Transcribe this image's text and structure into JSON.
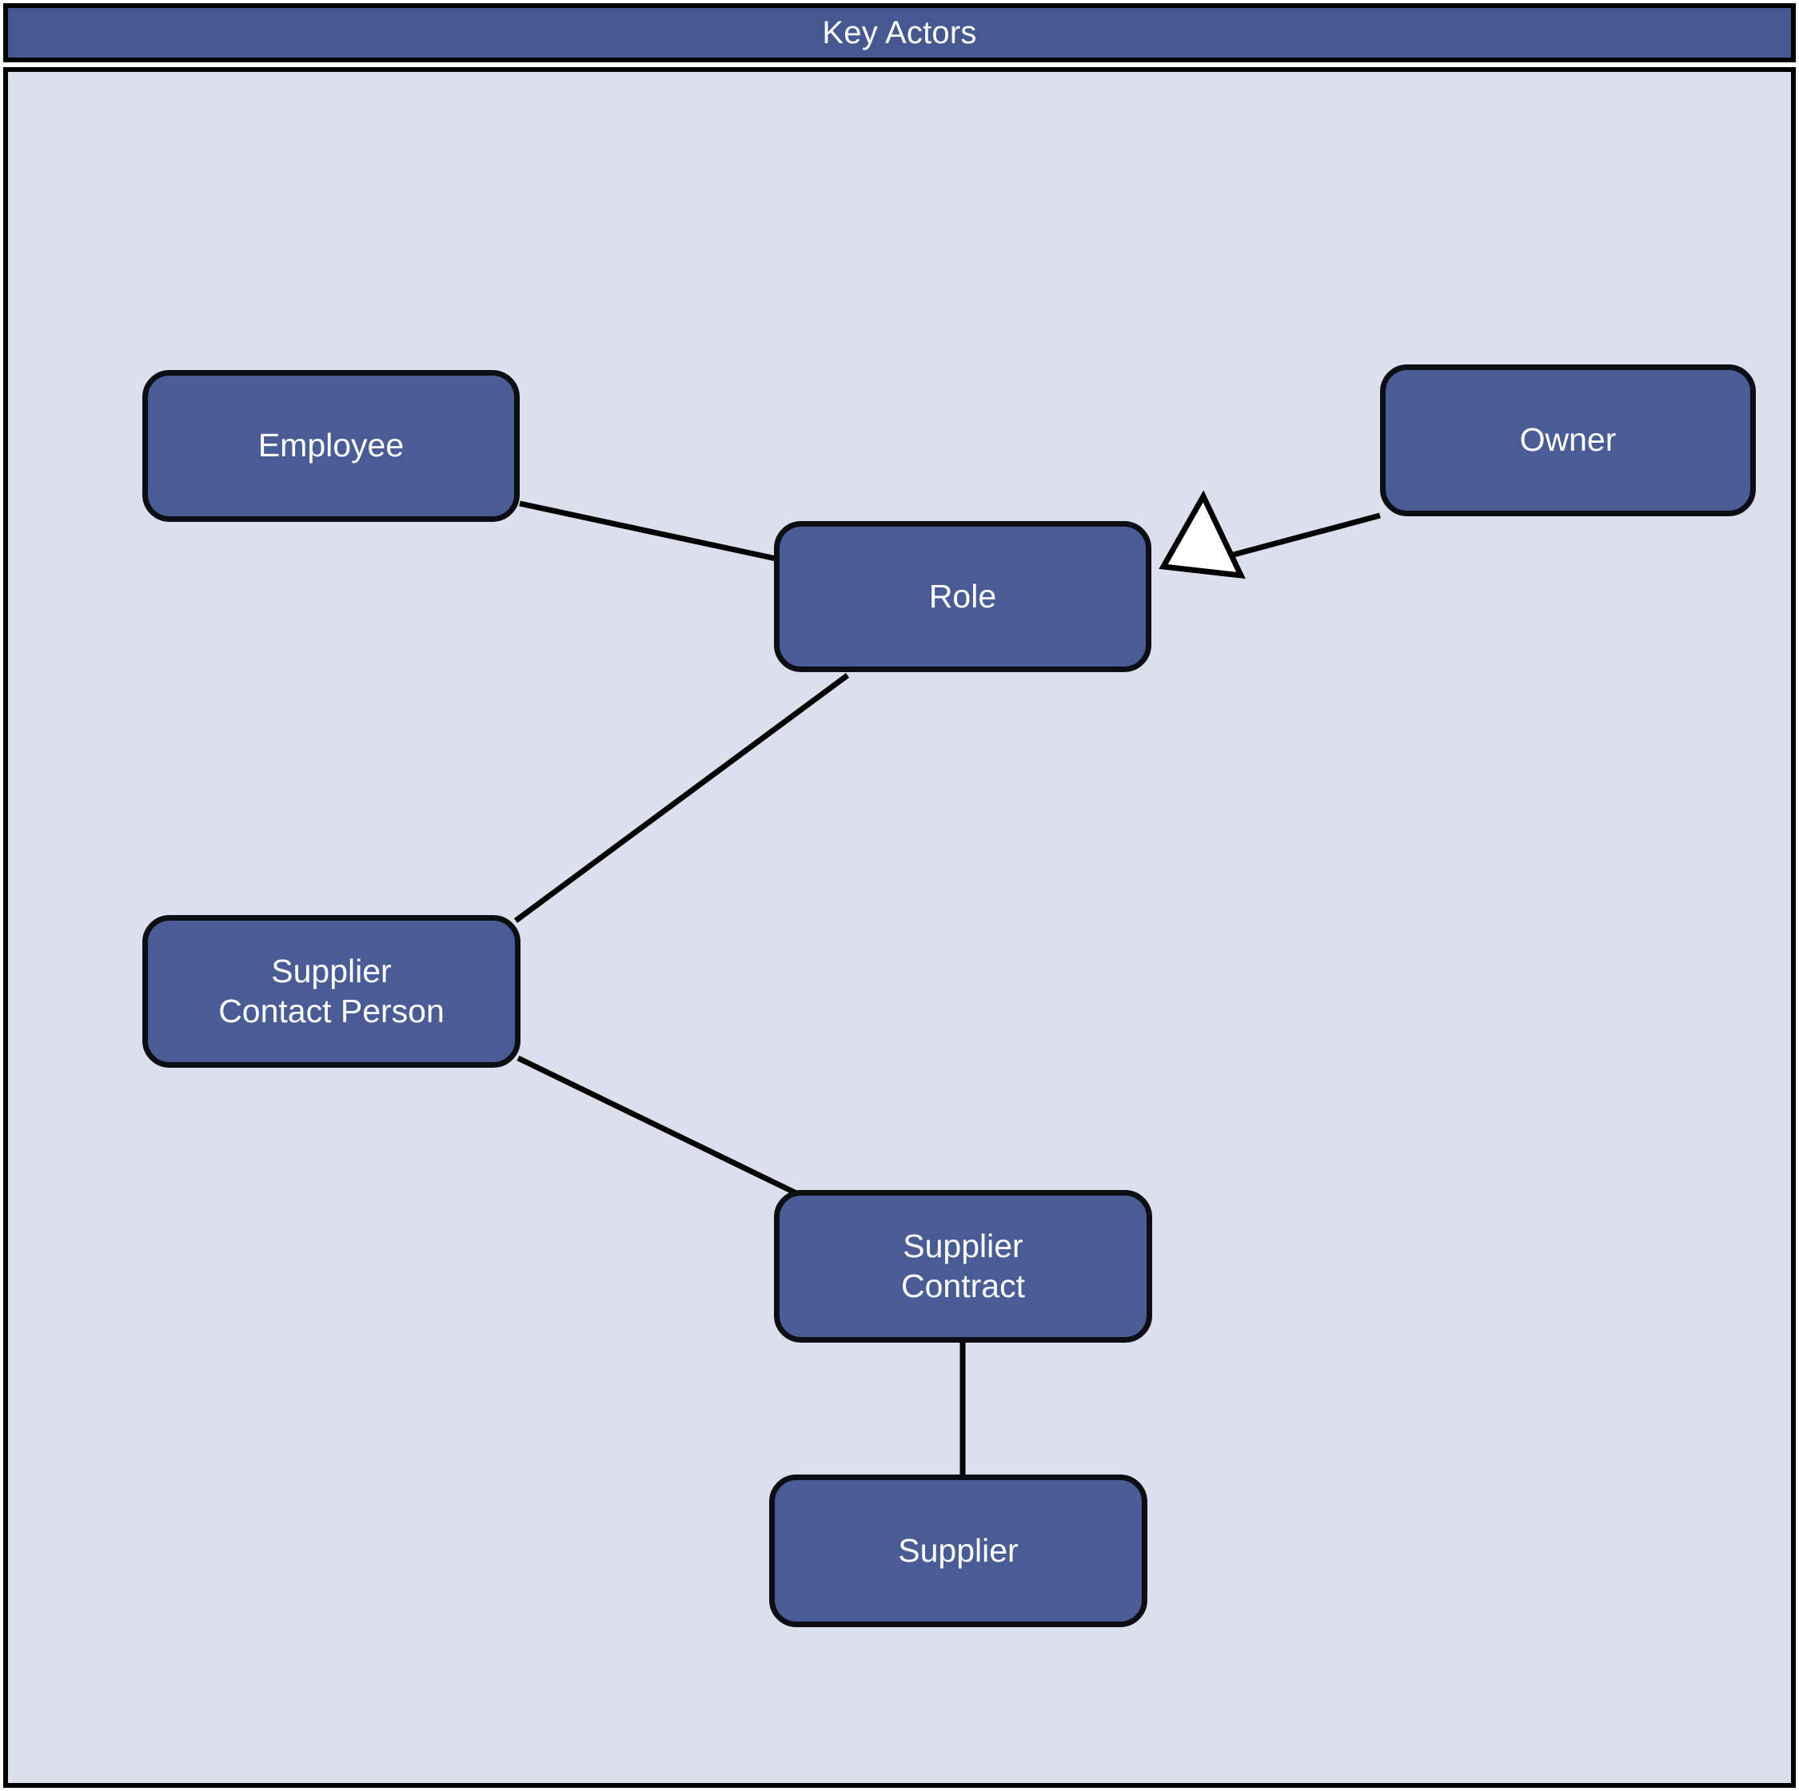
{
  "diagram": {
    "title": "Key Actors",
    "type": "uml-class-diagram",
    "colors": {
      "header_background": "#45588f",
      "header_text": "#ffffff",
      "body_background": "#dce0ec",
      "node_fill": "#4a5c95",
      "node_border": "#0d0d14",
      "node_text": "#ffffff",
      "edge_stroke": "#000000",
      "arrowhead_fill": "#ffffff"
    },
    "nodes": [
      {
        "id": "employee",
        "label": "Employee"
      },
      {
        "id": "owner",
        "label": "Owner"
      },
      {
        "id": "role",
        "label": "Role"
      },
      {
        "id": "supplier_contact_person",
        "label": "Supplier\nContact Person"
      },
      {
        "id": "supplier_contract",
        "label": "Supplier\nContract"
      },
      {
        "id": "supplier",
        "label": "Supplier"
      }
    ],
    "edges": [
      {
        "from": "employee",
        "to": "role",
        "style": "association",
        "arrowhead": "none"
      },
      {
        "from": "owner",
        "to": "role",
        "style": "generalization",
        "arrowhead": "hollow-triangle"
      },
      {
        "from": "role",
        "to": "supplier_contact_person",
        "style": "association",
        "arrowhead": "none"
      },
      {
        "from": "supplier_contact_person",
        "to": "supplier_contract",
        "style": "association",
        "arrowhead": "none"
      },
      {
        "from": "supplier_contract",
        "to": "supplier",
        "style": "association",
        "arrowhead": "none"
      }
    ]
  }
}
